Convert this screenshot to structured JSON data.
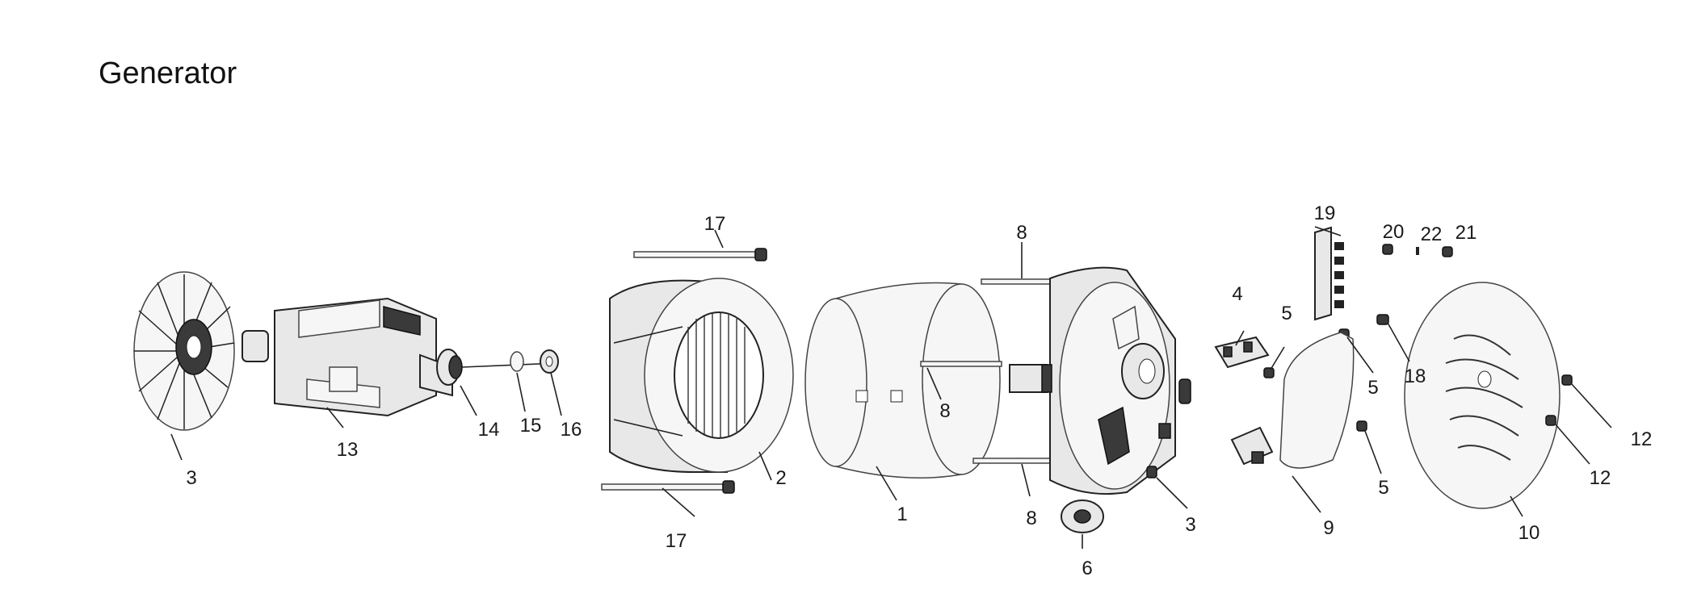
{
  "title": "Generator",
  "labels": {
    "l3a": "3",
    "l13": "13",
    "l14": "14",
    "l15": "15",
    "l16": "16",
    "l17a": "17",
    "l17b": "17",
    "l2": "2",
    "l1": "1",
    "l8a": "8",
    "l8b": "8",
    "l8c": "8",
    "l6": "6",
    "l3b": "3",
    "l4": "4",
    "l5a": "5",
    "l5b": "5",
    "l5c": "5",
    "l9": "9",
    "l19": "19",
    "l20": "20",
    "l22": "22",
    "l21": "21",
    "l18": "18",
    "l10": "10",
    "l12a": "12",
    "l12b": "12"
  }
}
